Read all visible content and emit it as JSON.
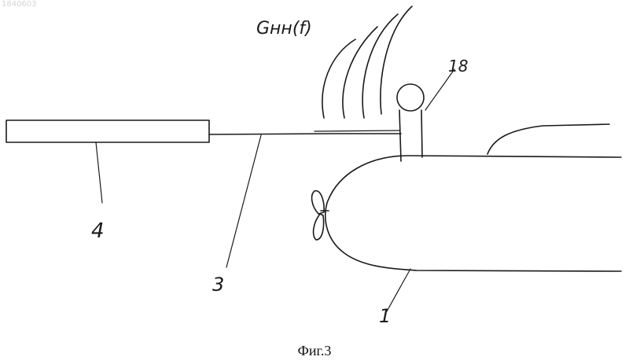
{
  "document_id": "1840603",
  "signal_label": "Gнн(f)",
  "part_labels": {
    "hull": "1",
    "tether": "3",
    "towed_body": "4",
    "mast_buoy": "18"
  },
  "caption": "Фиг.3"
}
